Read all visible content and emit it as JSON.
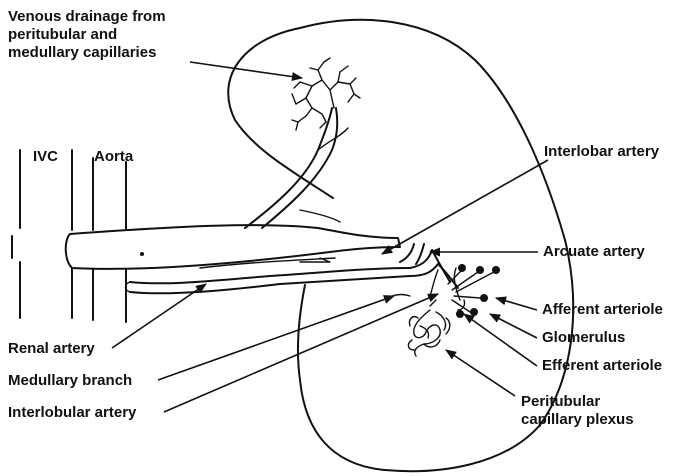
{
  "labels": {
    "venous_drainage": "Venous drainage from\nperitubular and\nmedullary capillaries",
    "ivc": "IVC",
    "aorta": "Aorta",
    "interlobar_artery": "Interlobar artery",
    "arcuate_artery": "Arcuate artery",
    "afferent_arteriole": "Afferent arteriole",
    "glomerulus": "Glomerulus",
    "efferent_arteriole": "Efferent arteriole",
    "peritubular_plexus": "Peritubular\ncapillary plexus",
    "renal_artery": "Renal artery",
    "medullary_branch": "Medullary branch",
    "interlobular_artery": "Interlobular artery"
  }
}
